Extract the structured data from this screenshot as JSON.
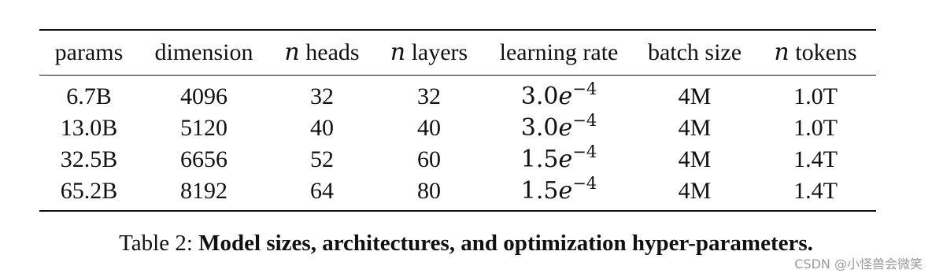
{
  "table": {
    "headers": [
      {
        "prefix": "",
        "text": "params"
      },
      {
        "prefix": "",
        "text": "dimension"
      },
      {
        "prefix": "n",
        "text": " heads"
      },
      {
        "prefix": "n",
        "text": " layers"
      },
      {
        "prefix": "",
        "text": "learning rate"
      },
      {
        "prefix": "",
        "text": "batch size"
      },
      {
        "prefix": "n",
        "text": " tokens"
      }
    ],
    "rows": [
      {
        "params": "6.7B",
        "dimension": "4096",
        "heads": "32",
        "layers": "32",
        "lr_base": "3.0",
        "lr_e": "e",
        "lr_exp": "−4",
        "batch": "4M",
        "tokens": "1.0T"
      },
      {
        "params": "13.0B",
        "dimension": "5120",
        "heads": "40",
        "layers": "40",
        "lr_base": "3.0",
        "lr_e": "e",
        "lr_exp": "−4",
        "batch": "4M",
        "tokens": "1.0T"
      },
      {
        "params": "32.5B",
        "dimension": "6656",
        "heads": "52",
        "layers": "60",
        "lr_base": "1.5",
        "lr_e": "e",
        "lr_exp": "−4",
        "batch": "4M",
        "tokens": "1.4T"
      },
      {
        "params": "65.2B",
        "dimension": "8192",
        "heads": "64",
        "layers": "80",
        "lr_base": "1.5",
        "lr_e": "e",
        "lr_exp": "−4",
        "batch": "4M",
        "tokens": "1.4T"
      }
    ]
  },
  "caption": {
    "label": "Table 2: ",
    "text": "Model sizes, architectures, and optimization hyper-parameters."
  },
  "watermark": "CSDN @小怪兽会微笑"
}
